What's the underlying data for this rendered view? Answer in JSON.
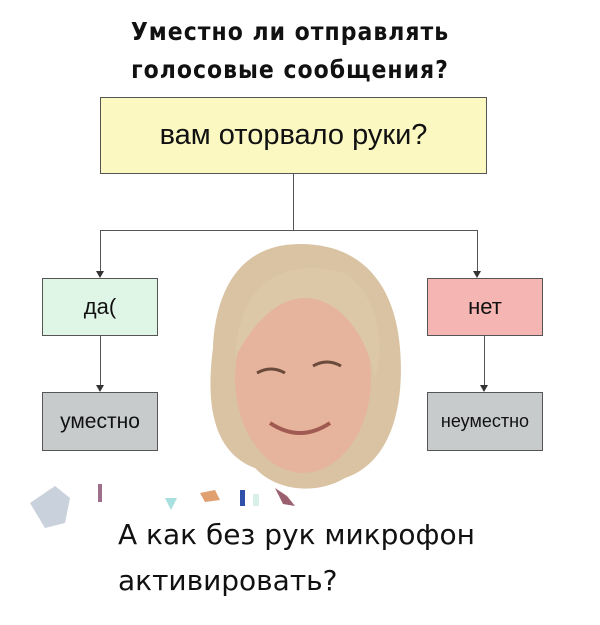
{
  "title": {
    "line1": "Уместно ли отправлять",
    "line2": "голосовые сообщения?"
  },
  "flowchart": {
    "question": "вам оторвало руки?",
    "yes": "да(",
    "no": "нет",
    "yes_result": "уместно",
    "no_result": "неуместно"
  },
  "caption": {
    "line1": "А как без рук микрофон",
    "line2": "активировать?"
  },
  "colors": {
    "question_fill": "#fbf8c2",
    "yes_fill": "#dff6e6",
    "no_fill": "#f5b5b3",
    "result_fill": "#c8cbcc"
  }
}
